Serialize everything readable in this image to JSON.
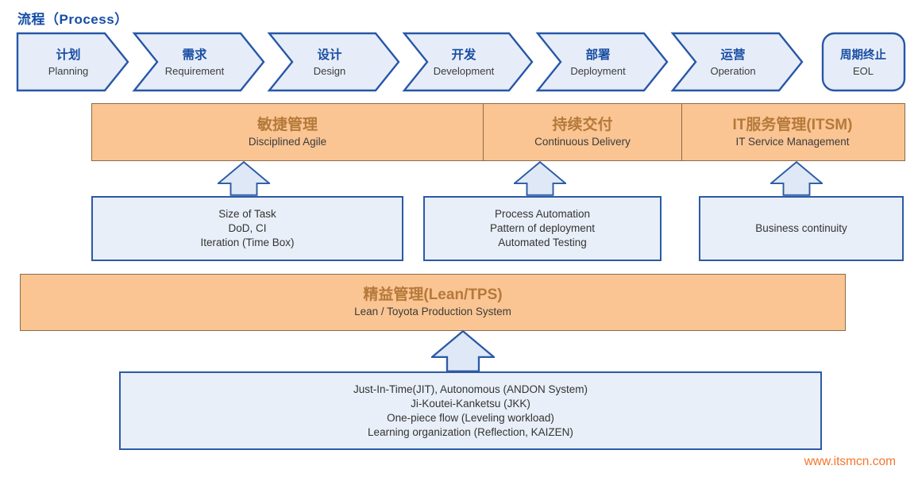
{
  "title": "流程（Process）",
  "process_stages": [
    {
      "zh": "计划",
      "en": "Planning"
    },
    {
      "zh": "需求",
      "en": "Requirement"
    },
    {
      "zh": "设计",
      "en": "Design"
    },
    {
      "zh": "开发",
      "en": "Development"
    },
    {
      "zh": "部署",
      "en": "Deployment"
    },
    {
      "zh": "运营",
      "en": "Operation"
    },
    {
      "zh": "周期终止",
      "en": "EOL"
    }
  ],
  "practice_bar": {
    "sections": [
      {
        "zh": "敏捷管理",
        "en": "Disciplined Agile"
      },
      {
        "zh": "持续交付",
        "en": "Continuous Delivery"
      },
      {
        "zh": "IT服务管理(ITSM)",
        "en": "IT Service Management"
      }
    ]
  },
  "practice_boxes": [
    {
      "lines": [
        "Size of Task",
        "DoD, CI",
        "Iteration (Time Box)"
      ]
    },
    {
      "lines": [
        "Process Automation",
        "Pattern of deployment",
        "Automated Testing"
      ]
    },
    {
      "lines": [
        "Business continuity"
      ]
    }
  ],
  "lean_bar": {
    "zh": "精益管理(Lean/TPS)",
    "en": "Lean / Toyota Production System"
  },
  "lean_box": {
    "lines": [
      "Just-In-Time(JIT), Autonomous (ANDON System)",
      "Ji-Koutei-Kanketsu (JKK)",
      "One-piece flow (Leveling workload)",
      "Learning organization (Reflection, KAIZEN)"
    ]
  },
  "watermark": "www.itsmcn.com",
  "colors": {
    "title_blue": "#164DA6",
    "chevron_border": "#2757A8",
    "chevron_fill": "#E7EDF8",
    "box_fill": "#E9EFF8",
    "box_border": "#2B5AA6",
    "orange_fill": "#FAC593",
    "orange_border": "#8A6B48",
    "orange_text": "#B5793A",
    "dark_text": "#3B3B3B",
    "watermark_orange": "#F4752C"
  }
}
